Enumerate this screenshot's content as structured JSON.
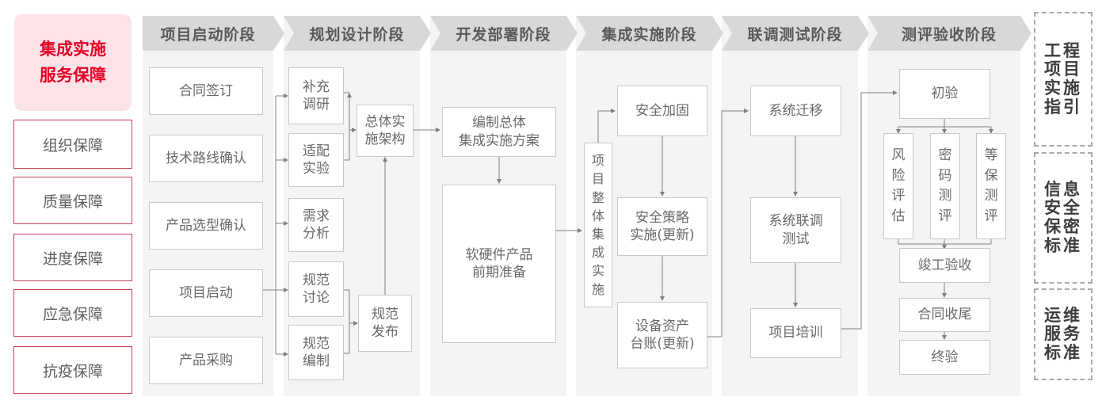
{
  "palette": {
    "accent_red": "#e60027",
    "pink_bg": "#fbe3e7",
    "red_border": "#c9425a",
    "banner_bg": "#d8d8d8",
    "panel_bg": "#f4f4f4",
    "box_border": "#c9c9c9",
    "box_text_gray": "#696969",
    "connector_gray": "#7f7f7f",
    "standards_text": "#3d3d3d"
  },
  "left_sidebar": {
    "header_label": "集成实施\n服务保障",
    "items": [
      {
        "label": "组织保障"
      },
      {
        "label": "质量保障"
      },
      {
        "label": "进度保障"
      },
      {
        "label": "应急保障"
      },
      {
        "label": "抗疫保障"
      }
    ]
  },
  "phases": [
    {
      "label": "项目启动阶段",
      "boxes": [
        {
          "label": "合同签订"
        },
        {
          "label": "技术路线确认"
        },
        {
          "label": "产品选型确认"
        },
        {
          "label": "项目启动"
        },
        {
          "label": "产品采购"
        }
      ]
    },
    {
      "label": "规划设计阶段",
      "boxes": [
        {
          "label": "补充\n调研"
        },
        {
          "label": "适配\n实验"
        },
        {
          "label": "需求\n分析"
        },
        {
          "label": "规范\n讨论"
        },
        {
          "label": "规范\n编制"
        },
        {
          "label": "总体实\n施架构"
        },
        {
          "label": "规范\n发布"
        }
      ]
    },
    {
      "label": "开发部署阶段",
      "boxes": [
        {
          "label": "编制总体\n集成实施方案"
        },
        {
          "label": "软硬件产品\n前期准备"
        }
      ]
    },
    {
      "label": "集成实施阶段",
      "boxes": [
        {
          "label": "项\n目\n整\n体\n集\n成\n实\n施"
        },
        {
          "label": "安全加固"
        },
        {
          "label": "安全策略\n实施(更新)"
        },
        {
          "label": "设备资产\n台账(更新)"
        }
      ]
    },
    {
      "label": "联调测试阶段",
      "boxes": [
        {
          "label": "系统迁移"
        },
        {
          "label": "系统联调\n测试"
        },
        {
          "label": "项目培训"
        }
      ]
    },
    {
      "label": "测评验收阶段",
      "boxes": [
        {
          "label": "初验"
        },
        {
          "label": "风\n险\n评\n估"
        },
        {
          "label": "密\n码\n测\n评"
        },
        {
          "label": "等\n保\n测\n评"
        },
        {
          "label": "竣工验收"
        },
        {
          "label": "合同收尾"
        },
        {
          "label": "终验"
        }
      ]
    }
  ],
  "right_sidebar": {
    "items": [
      {
        "label": "工程\n项目\n实施\n指引"
      },
      {
        "label": "信息\n安全\n保密\n标准"
      },
      {
        "label": "运维\n服务\n标准"
      }
    ]
  }
}
